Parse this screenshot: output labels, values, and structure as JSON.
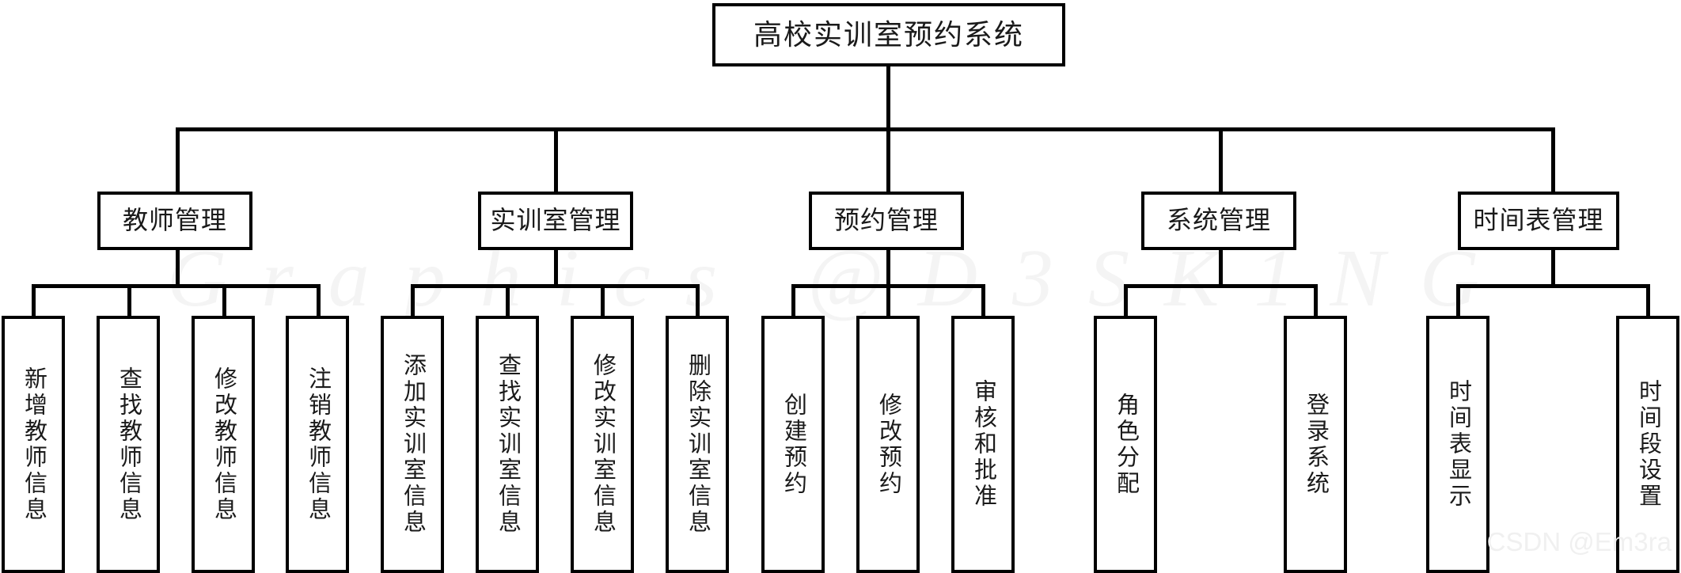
{
  "diagram": {
    "type": "tree",
    "title": "高校实训室预约系统",
    "root": {
      "id": "root",
      "label": "高校实训室预约系统"
    },
    "branches": [
      {
        "id": "teacher-management",
        "label": "教师管理",
        "children": [
          {
            "id": "add-teacher-info",
            "label": "新增教师信息"
          },
          {
            "id": "find-teacher-info",
            "label": "查找教师信息"
          },
          {
            "id": "edit-teacher-info",
            "label": "修改教师信息"
          },
          {
            "id": "cancel-teacher-info",
            "label": "注销教师信息"
          }
        ]
      },
      {
        "id": "lab-management",
        "label": "实训室管理",
        "children": [
          {
            "id": "add-lab-info",
            "label": "添加实训室信息"
          },
          {
            "id": "find-lab-info",
            "label": "查找实训室信息"
          },
          {
            "id": "edit-lab-info",
            "label": "修改实训室信息"
          },
          {
            "id": "delete-lab-info",
            "label": "删除实训室信息"
          }
        ]
      },
      {
        "id": "reservation-management",
        "label": "预约管理",
        "children": [
          {
            "id": "create-reservation",
            "label": "创建预约"
          },
          {
            "id": "edit-reservation",
            "label": "修改预约"
          },
          {
            "id": "review-approve",
            "label": "审核和批准"
          }
        ]
      },
      {
        "id": "system-management",
        "label": "系统管理",
        "children": [
          {
            "id": "role-assignment",
            "label": "角色分配"
          },
          {
            "id": "login-system",
            "label": "登录系统"
          }
        ]
      },
      {
        "id": "timetable-management",
        "label": "时间表管理",
        "children": [
          {
            "id": "timetable-display",
            "label": "时间表显示"
          },
          {
            "id": "timeslot-settings",
            "label": "时间段设置"
          }
        ]
      }
    ]
  },
  "watermarks": {
    "background": "Graphics @D3SK1NG",
    "corner": "CSDN @Em3ra"
  },
  "colors": {
    "stroke": "#000000",
    "background": "#ffffff",
    "text": "#1a1a1a",
    "watermark": "#f2f2f2"
  }
}
